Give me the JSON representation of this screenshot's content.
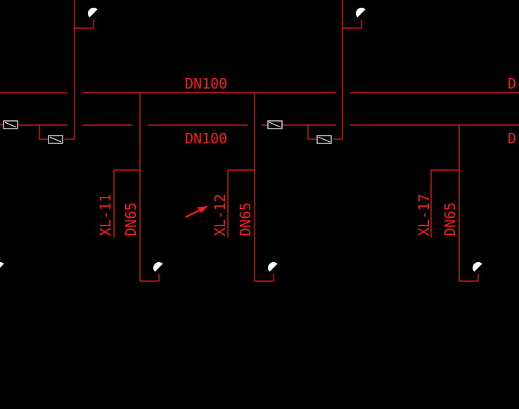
{
  "drawing": {
    "background": "#000000",
    "pipe_color": "#ff1a1a",
    "symbol_color": "#ffffff",
    "main_pipes": [
      {
        "label": "DN100"
      },
      {
        "label": "DN100"
      }
    ],
    "edge_labels": [
      "D",
      "D"
    ],
    "risers": [
      {
        "id": "XL-11",
        "size": "DN65"
      },
      {
        "id": "XL-12",
        "size": "DN65"
      },
      {
        "id": "XL-17",
        "size": "DN65"
      }
    ],
    "icons": [
      "valve-icon",
      "sprinkler-head-icon",
      "arrow-indicator-icon"
    ]
  }
}
